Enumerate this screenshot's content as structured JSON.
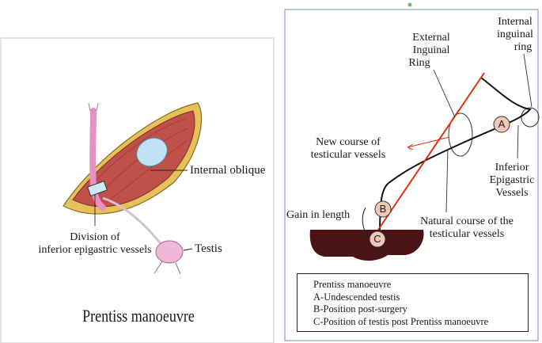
{
  "left_panel": {
    "labels": {
      "internal_oblique": "Internal oblique",
      "testis": "Testis",
      "division_line1": "Division of",
      "division_line2": "inferior epigastric vessels"
    },
    "title": "Prentiss manoeuvre"
  },
  "right_panel": {
    "labels": {
      "external_ring_1": "External",
      "external_ring_2": "Inguinal",
      "external_ring_3": "Ring",
      "internal_ring_1": "Internal",
      "internal_ring_2": "inguinal",
      "internal_ring_3": "ring",
      "new_course_1": "New course of",
      "new_course_2": "testicular vessels",
      "inferior_epi_1": "Inferior",
      "inferior_epi_2": "Epigastric",
      "inferior_epi_3": "Vessels",
      "gain_length": "Gain in length",
      "natural_course_1": "Natural course of the",
      "natural_course_2": "testicular vessels"
    },
    "markers": {
      "a": "A",
      "b": "B",
      "c": "C"
    },
    "legend": {
      "title": "Prentiss manoeuvre",
      "items": [
        "A-Undescended testis",
        "B-Position post-surgery",
        "C-Position of testis post Prentiss manoeuvre"
      ]
    }
  },
  "colors": {
    "muscle": "#c0504a",
    "fat_border": "#e6c15a",
    "testis_pink": "#f0b8d8",
    "vessel_red": "#e03010",
    "scrotum": "#4a1414",
    "frame_blue": "#8ea3c8",
    "marker_fill": "#f0c8b8",
    "aponeurosis_blue": "#bfe3f5"
  }
}
